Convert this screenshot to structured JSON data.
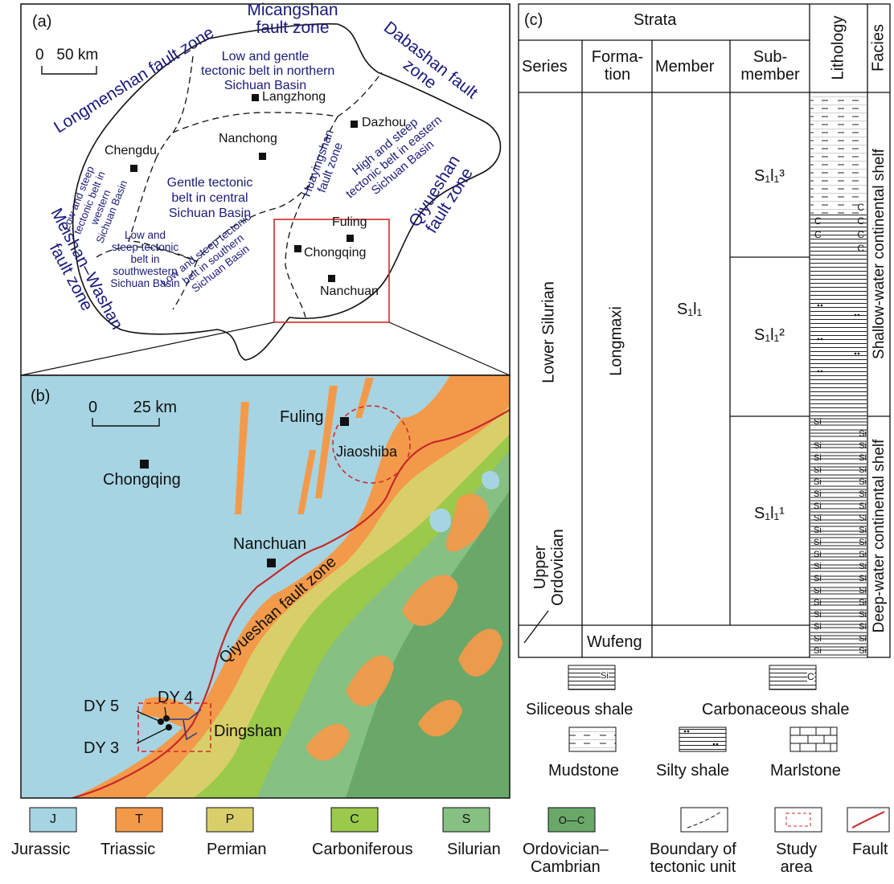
{
  "panel_a": {
    "label": "(a)",
    "scale": "0   50 km",
    "faults": {
      "micangshan_1": "Micangshan",
      "micangshan_2": "fault zone",
      "longmenshan": "Longmenshan fault zone",
      "dabashan_1": "Dabashan fault",
      "dabashan_2": "zone",
      "qiyueshan_1": "Qiyueshan",
      "qiyueshan_2": "fault zone",
      "meishan_1": "Meishan–Washan",
      "meishan_2": "fault zone",
      "huayingshan_1": "Huayingshan",
      "huayingshan_2": "fault zone"
    },
    "belts": {
      "north": [
        "Low and gentle",
        "tectonic belt in northern",
        "Sichuan Basin"
      ],
      "central": [
        "Gentle tectonic",
        "belt in central",
        "Sichuan Basin"
      ],
      "west": [
        "Low and steep",
        "tectonic belt in",
        "western",
        "Sichuan Basin"
      ],
      "southwest": [
        "Low and",
        "steep tectonic",
        "belt in",
        "southwestern",
        "Sichuan Basin"
      ],
      "south": [
        "Low and steep tectonic",
        "belt in southern",
        "Sichuan Basin"
      ],
      "east": [
        "High and steep",
        "tectonic belt in eastern",
        "Sichuan Basin"
      ]
    },
    "cities": {
      "langzhong": "Langzhong",
      "dazhou": "Dazhou",
      "chengdu": "Chengdu",
      "nanchong": "Nanchong",
      "fuling": "Fuling",
      "chongqing": "Chongqing",
      "nanchuan": "Nanchuan"
    }
  },
  "panel_b": {
    "label": "(b)",
    "scale": "0        25 km",
    "fuling": "Fuling",
    "jiaoshiba": "Jiaoshiba",
    "chongqing": "Chongqing",
    "nanchuan": "Nanchuan",
    "fault": "Qiyueshan fault zone",
    "dy4": "DY 4",
    "dy5": "DY 5",
    "dy3": "DY 3",
    "dingshan": "Dingshan"
  },
  "panel_c": {
    "label": "(c)",
    "strata": "Strata",
    "lithology": "Lithology",
    "facies": "Facies",
    "headers": {
      "series": "Series",
      "formation_1": "Forma-",
      "formation_2": "tion",
      "member": "Member",
      "submember_1": "Sub-",
      "submember_2": "member"
    },
    "lower_silurian": "Lower Silurian",
    "upper_ordovician_1": "Upper",
    "upper_ordovician_2": "Ordovician",
    "longmaxi": "Longmaxi",
    "wufeng": "Wufeng",
    "member": "S₁l₁",
    "sub3": "S₁l₁³",
    "sub2": "S₁l₁²",
    "sub1": "S₁l₁¹",
    "facies_shallow": "Shallow-water continental shelf",
    "facies_deep": "Deep-water continental shelf",
    "symbol_si": "Si",
    "symbol_c": "C"
  },
  "lith_legend": {
    "siliceous": "Siliceous shale",
    "carbonaceous": "Carbonaceous shale",
    "mudstone": "Mudstone",
    "silty": "Silty shale",
    "marlstone": "Marlstone"
  },
  "map_legend": {
    "items": [
      {
        "code": "J",
        "name": "Jurassic",
        "color": "#a6d4e3"
      },
      {
        "code": "T",
        "name": "Triassic",
        "color": "#f39a4a"
      },
      {
        "code": "P",
        "name": "Permian",
        "color": "#d9cf6a"
      },
      {
        "code": "C",
        "name": "Carboniferous",
        "color": "#9bc94a"
      },
      {
        "code": "S",
        "name": "Silurian",
        "color": "#86c083"
      }
    ],
    "ordovician_code": "O—C",
    "ordovician_1": "Ordovician–",
    "ordovician_2": "Cambrian",
    "boundary_1": "Boundary of",
    "boundary_2": "tectonic unit",
    "study_1": "Study",
    "study_2": "area",
    "fault": "Fault",
    "ordovician_color": "#6aa86a"
  }
}
